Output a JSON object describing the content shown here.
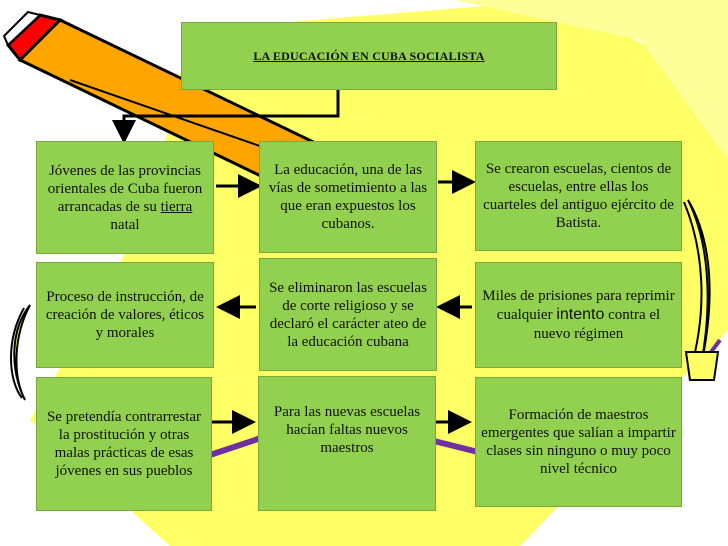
{
  "title": "LA EDUCACIÓN EN CUBA SOCIALISTA",
  "boxes": {
    "jovenes_pre": "Jóvenes de las provincias orientales de Cuba fueron arrancadas de su",
    "jovenes_link": "tierra",
    "jovenes_post": "natal",
    "educacion_via": "La educación, una de las vías de sometimiento a las que eran expuestos los cubanos.",
    "escuelas_cuarteles": "Se crearon escuelas, cientos de escuelas, entre ellas los cuarteles del antiguo ejército de Batista.",
    "proceso": "Proceso de instrucción, de creación de valores, éticos y morales",
    "eliminaron": "Se eliminaron las escuelas de corte religioso y se declaró el carácter ateo de la educación cubana",
    "prisiones_pre": "Miles de prisiones para reprimir cualquier",
    "prisiones_word": "intento",
    "prisiones_post": "contra el nuevo régimen",
    "prostitucion": "Se pretendía contrarrestar la prostitución y otras malas prácticas de esas jóvenes en sus pueblos",
    "nuevas_escuelas": "Para las nuevas escuelas hacían faltas nuevos maestros",
    "formacion": "Formación de maestros emergentes que salían a impartir clases sin ninguno o muy poco nivel técnico"
  },
  "colors": {
    "box_fill": "#92d050",
    "paper_yellow": "#ffff66",
    "pencil_orange": "#ffa500",
    "pencil_red": "#ff0000",
    "arrow": "#000000",
    "accent_purple": "#7030a0"
  }
}
